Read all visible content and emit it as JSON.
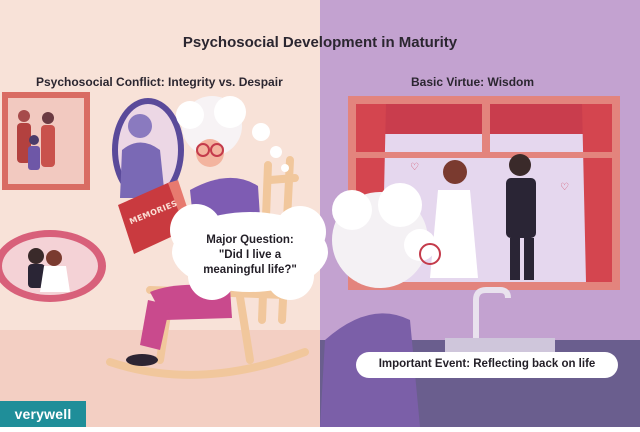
{
  "title": "Psychosocial Development in Maturity",
  "left_panel": {
    "caption": "Psychosocial Conflict: Integrity vs. Despair",
    "bubble_lines": [
      "Major Question:",
      "\"Did I live a",
      "meaningful life?\""
    ],
    "book_title": "MEMORIES"
  },
  "right_panel": {
    "caption": "Basic Virtue: Wisdom",
    "event_label": "Important Event: Reflecting back on life"
  },
  "brand": {
    "logo_text": "verywell"
  },
  "colors": {
    "left_background": "#f8e2d8",
    "right_background": "#c3a2d0",
    "frame": "#e68a86",
    "accent": "#1f8e99"
  }
}
